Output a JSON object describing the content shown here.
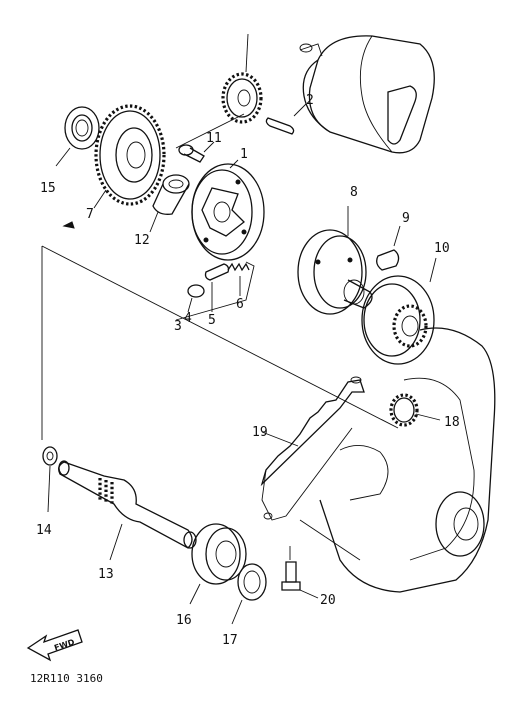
{
  "diagram": {
    "callouts": {
      "c1": "1",
      "c2": "2",
      "c3": "3",
      "c4": "4",
      "c5": "5",
      "c6": "6",
      "c7": "7",
      "c8": "8",
      "c9": "9",
      "c10": "10",
      "c11": "11",
      "c12": "12",
      "c13": "13",
      "c14": "14",
      "c15": "15",
      "c16": "16",
      "c17": "17",
      "c18": "18",
      "c19": "19",
      "c20": "20"
    },
    "forward_arrow_label": "FWD",
    "footer_code": "12R110 3160"
  }
}
